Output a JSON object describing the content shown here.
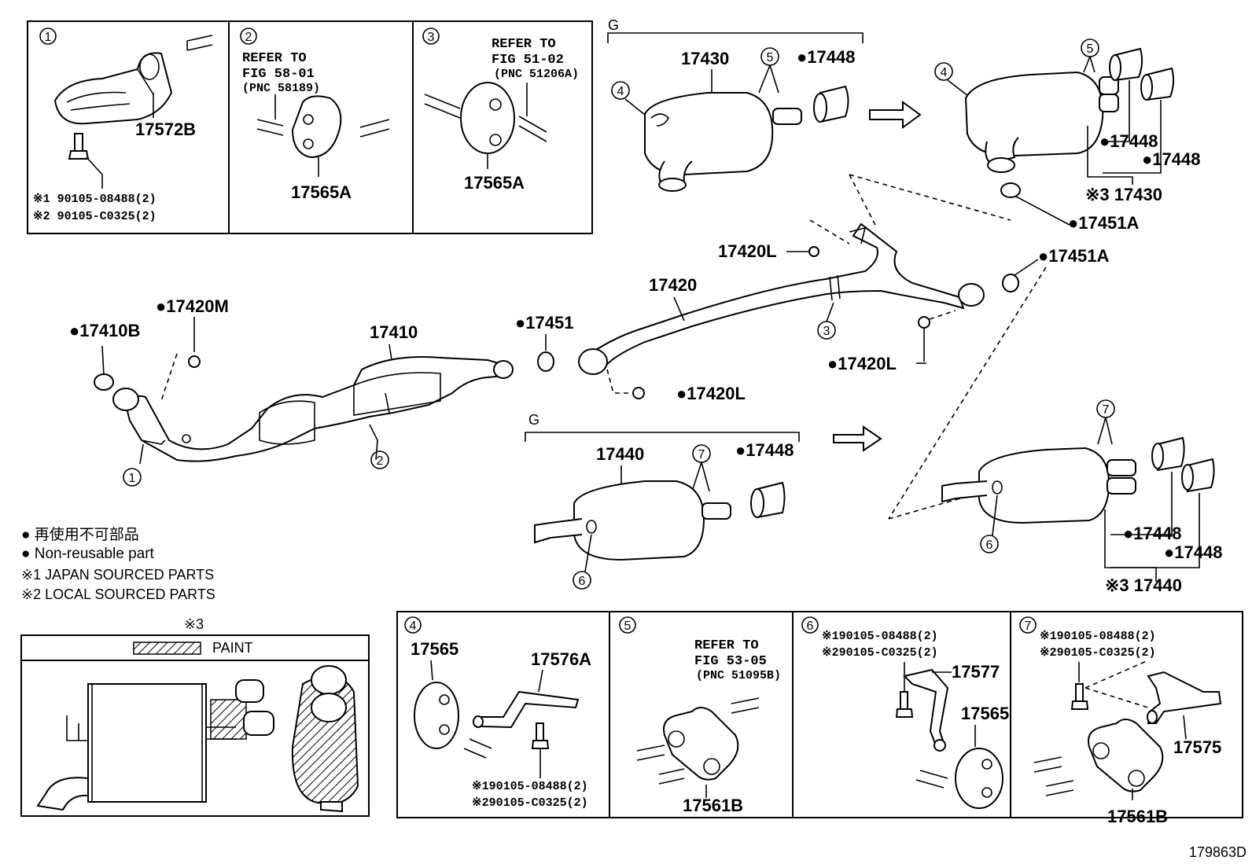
{
  "boxes": {
    "b1": {
      "num": "1",
      "part": "17572B",
      "note1": "※1 90105-08488(2)",
      "note2": "※2 90105-C0325(2)"
    },
    "b2": {
      "num": "2",
      "ref1": "REFER TO",
      "ref2": "FIG 58-01",
      "ref3": "(PNC 58189)",
      "part": "17565A"
    },
    "b3": {
      "num": "3",
      "ref1": "REFER TO",
      "ref2": "FIG 51-02",
      "ref3": "(PNC 51206A)",
      "part": "17565A"
    },
    "b4": {
      "num": "4",
      "part1": "17565",
      "part2": "17576A",
      "note1": "※190105-08488(2)",
      "note2": "※290105-C0325(2)"
    },
    "b5": {
      "num": "5",
      "ref1": "REFER TO",
      "ref2": "FIG 53-05",
      "ref3": "(PNC 51095B)",
      "part": "17561B"
    },
    "b6": {
      "num": "6",
      "note1": "※190105-08488(2)",
      "note2": "※290105-C0325(2)",
      "part1": "17577",
      "part2": "17565"
    },
    "b7": {
      "num": "7",
      "note1": "※190105-08488(2)",
      "note2": "※290105-C0325(2)",
      "part1": "17575",
      "part2": "17561B"
    }
  },
  "main": {
    "g_top": "G",
    "g_bottom": "G",
    "p17430": "17430",
    "p17448_a": "●17448",
    "p17448_b": "●17448",
    "p17448_c": "●17448",
    "p17430_alt": "※3 17430",
    "p17451A_a": "●17451A",
    "p17451A_b": "●17451A",
    "p17420L_a": "17420L",
    "p17420L_b": "●17420L",
    "p17420L_c": "●17420L",
    "p17420": "17420",
    "p17420M": "●17420M",
    "p17410B": "●17410B",
    "p17410": "17410",
    "p17451": "●17451",
    "p17440": "17440",
    "p17448_d": "●17448",
    "p17448_e": "●17448",
    "p17448_f": "●17448",
    "p17440_alt": "※3 17440",
    "c1": "1",
    "c2": "2",
    "c3": "3",
    "c4a": "4",
    "c4b": "4",
    "c5a": "5",
    "c5b": "5",
    "c6a": "6",
    "c6b": "6",
    "c7a": "7",
    "c7b": "7"
  },
  "legend": {
    "jp": "● 再使用不可部品",
    "en": "● Non-reusable part",
    "n1": "※1 JAPAN SOURCED PARTS",
    "n2": "※2 LOCAL SOURCED PARTS"
  },
  "paint_box": {
    "title": "※3",
    "label": "PAINT"
  },
  "figure_id": "179863D"
}
